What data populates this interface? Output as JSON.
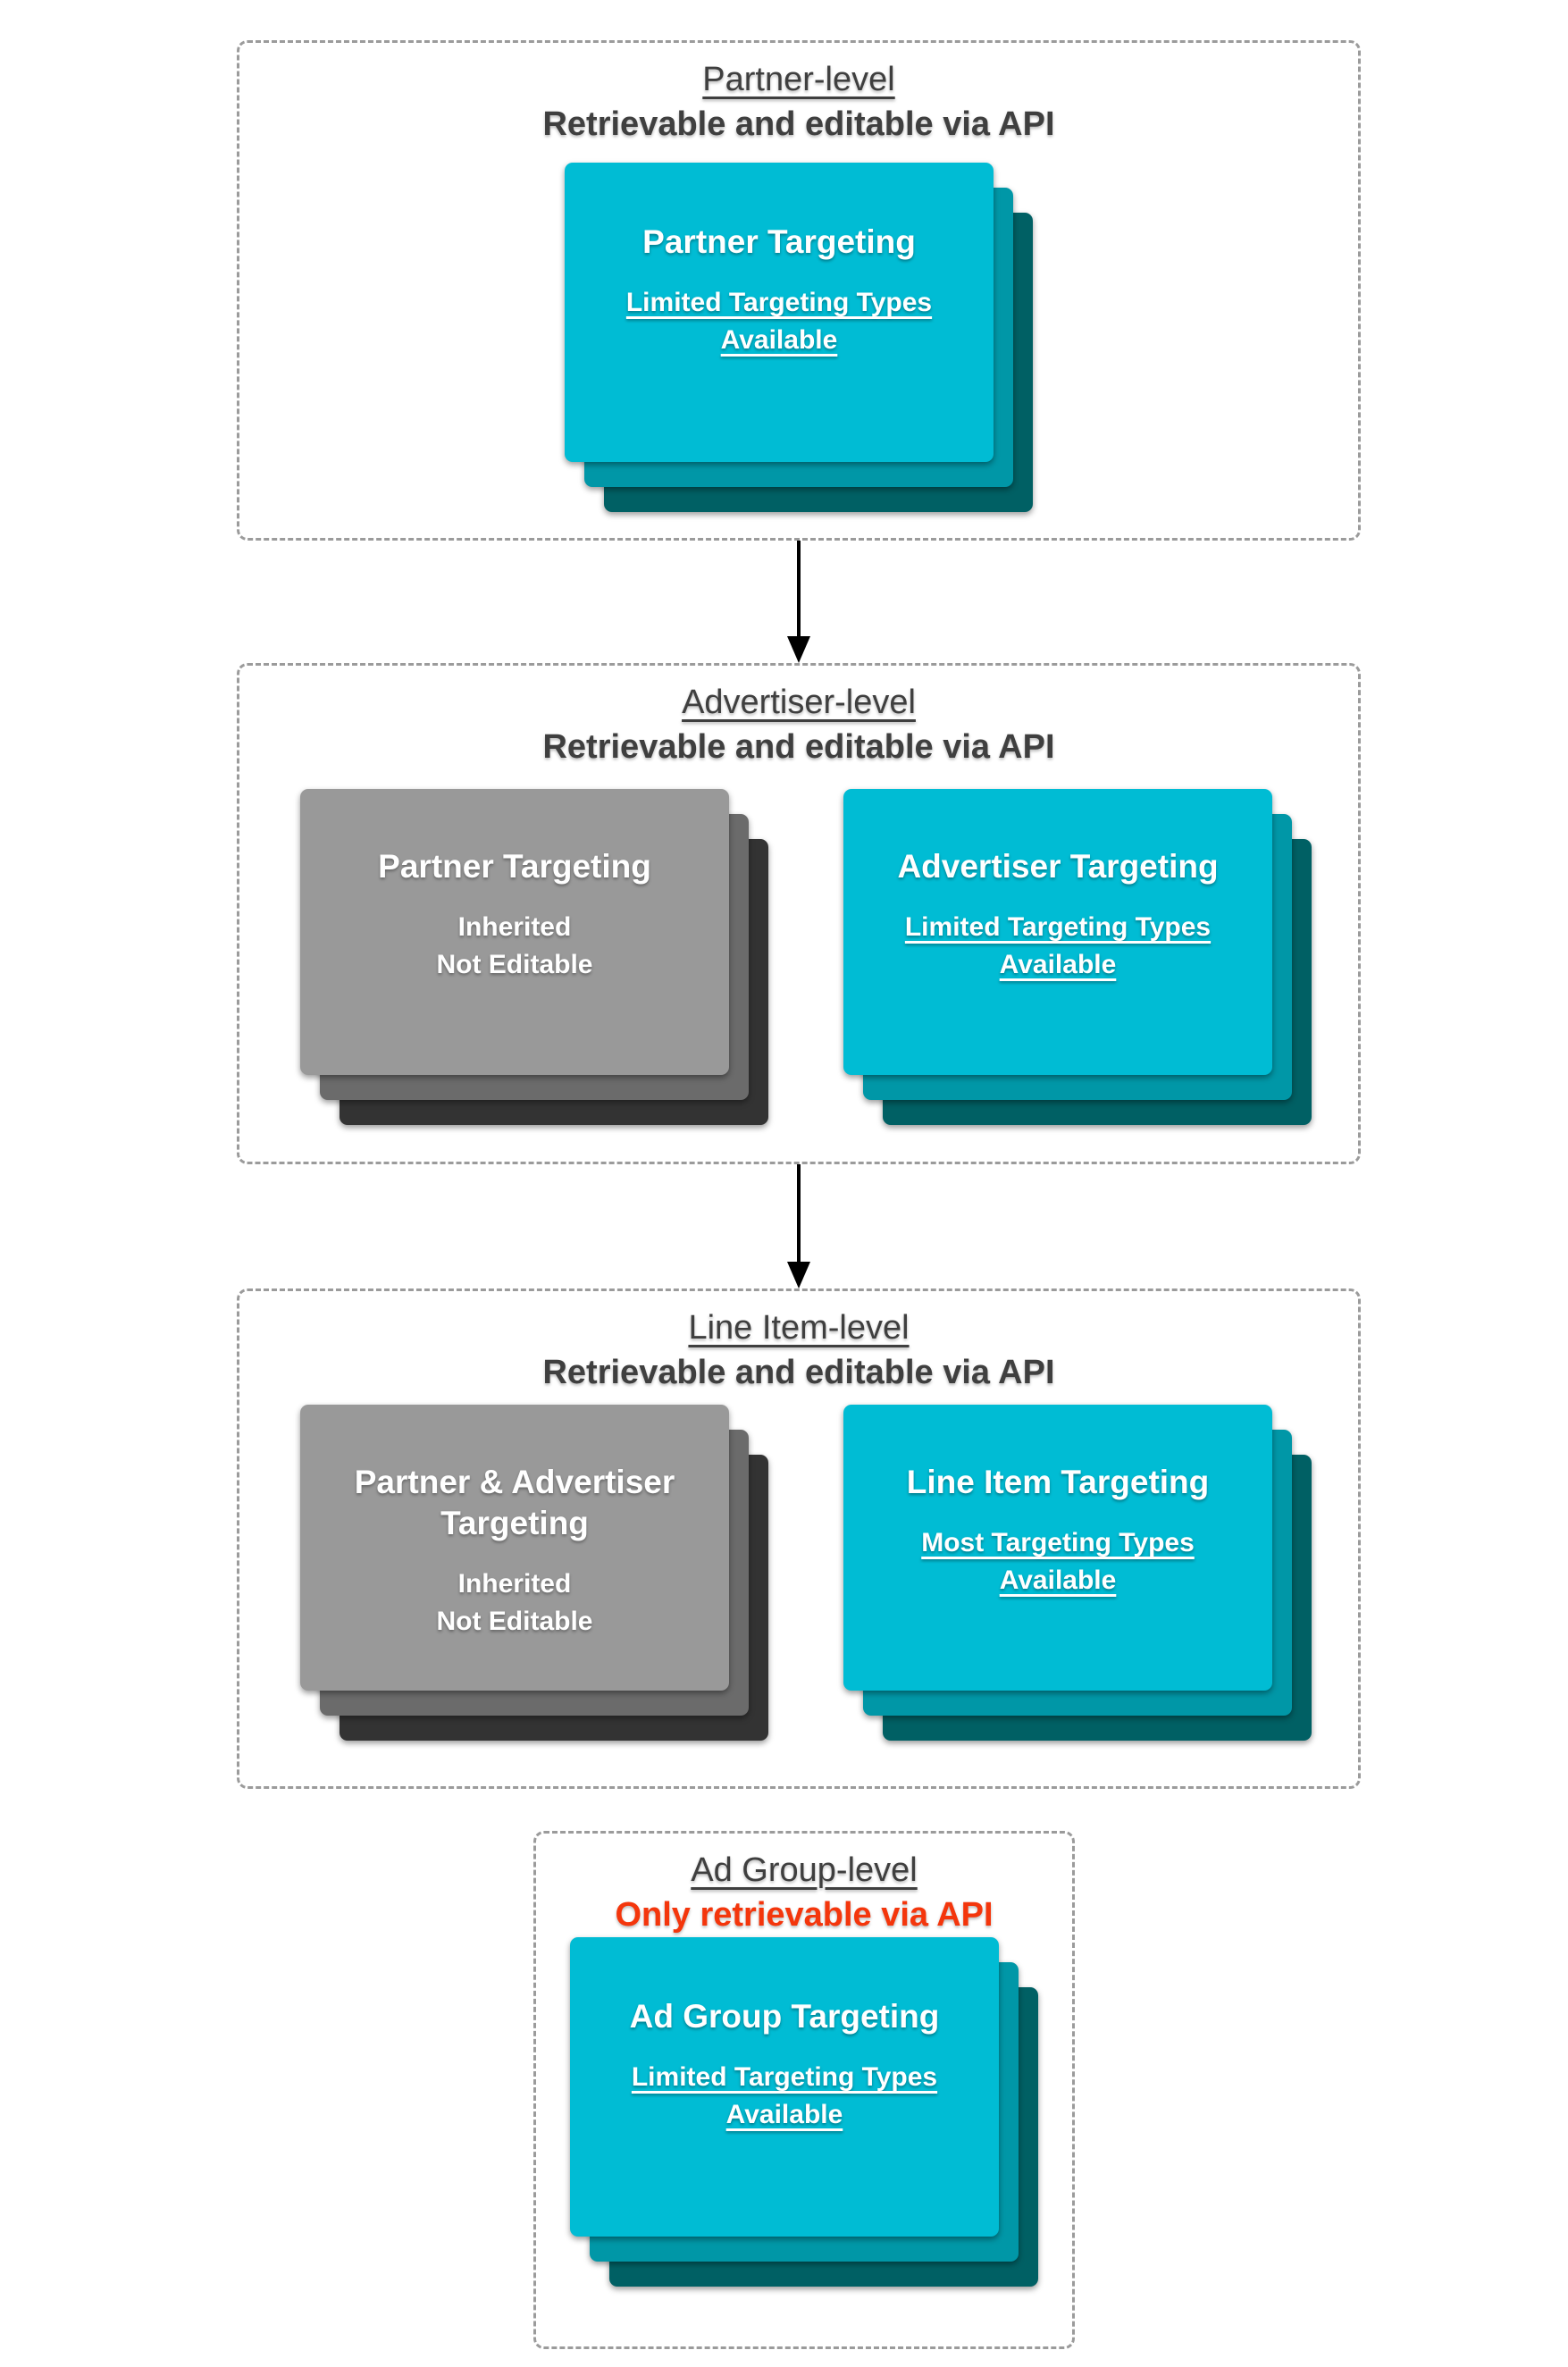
{
  "colors": {
    "teal-front": "#00bcd4",
    "teal-mid": "#0097a7",
    "teal-back": "#006064",
    "gray-front": "#999999",
    "gray-mid": "#6b6b6b",
    "gray-back": "#333333",
    "heading": "#3f3f3f",
    "red": "#f4360c",
    "border": "#9b9b9b",
    "arrow": "#000000",
    "bg": "#ffffff"
  },
  "sections": [
    {
      "title": "Partner-level",
      "subtitle": "Retrievable and editable via API",
      "cards": [
        {
          "variant": "teal",
          "title": "Partner Targeting",
          "body": "Limited Targeting Types\nAvailable",
          "body_underlined": true
        }
      ]
    },
    {
      "title": "Advertiser-level",
      "subtitle": "Retrievable and editable via API",
      "cards": [
        {
          "variant": "gray",
          "title": "Partner Targeting",
          "body": "Inherited\nNot Editable",
          "body_underlined": false
        },
        {
          "variant": "teal",
          "title": "Advertiser Targeting",
          "body": "Limited Targeting Types\nAvailable",
          "body_underlined": true
        }
      ]
    },
    {
      "title": "Line Item-level",
      "subtitle": "Retrievable and editable via API",
      "cards": [
        {
          "variant": "gray",
          "title": "Partner & Advertiser\nTargeting",
          "body": "Inherited\nNot Editable",
          "body_underlined": false
        },
        {
          "variant": "teal",
          "title": "Line Item Targeting",
          "body": "Most Targeting Types\nAvailable",
          "body_underlined": true
        }
      ]
    },
    {
      "title": "Ad Group-level",
      "subtitle": "Only retrievable via API",
      "subtitle_red": true,
      "cards": [
        {
          "variant": "teal",
          "title": "Ad Group Targeting",
          "body": "Limited Targeting Types\nAvailable",
          "body_underlined": true
        }
      ]
    }
  ]
}
